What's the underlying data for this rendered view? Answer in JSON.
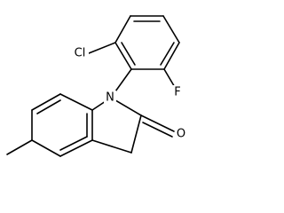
{
  "atoms": {
    "chlorine": "Cl",
    "fluorine": "F",
    "nitrogen": "N",
    "oxygen": "O"
  },
  "colors": {
    "bond": "#000000",
    "label": "#000000",
    "background": "#ffffff"
  }
}
